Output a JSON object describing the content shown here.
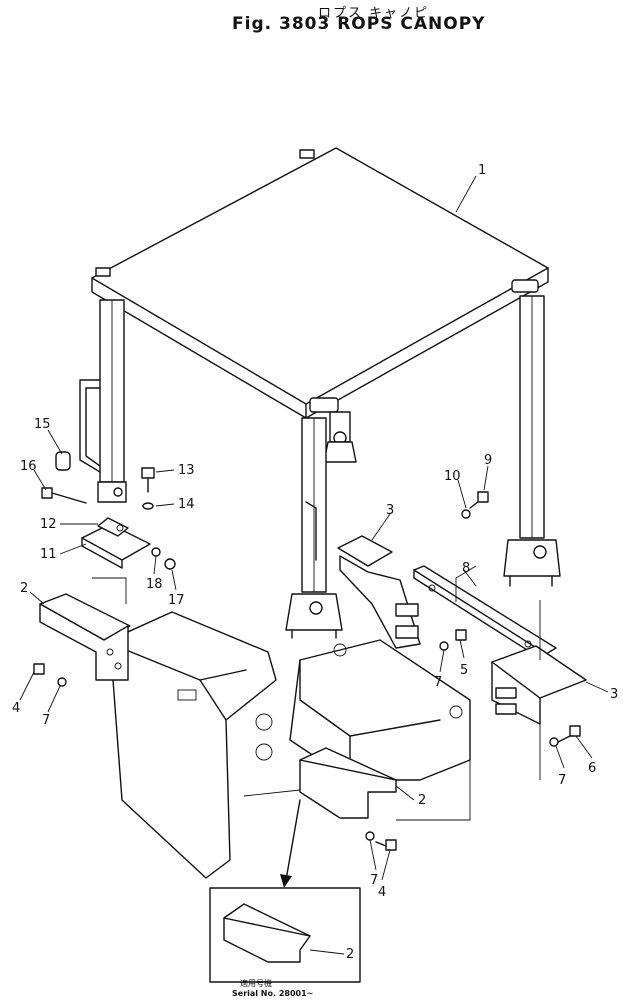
{
  "header": {
    "japanese_title": "ロプス キャノピ",
    "figure_title": "Fig. 3803  ROPS CANOPY"
  },
  "callouts": {
    "c1": "1",
    "c2a": "2",
    "c2b": "2",
    "c2c": "2",
    "c3a": "3",
    "c3b": "3",
    "c4a": "4",
    "c4b": "4",
    "c5": "5",
    "c6": "6",
    "c7a": "7",
    "c7b": "7",
    "c7c": "7",
    "c7d": "7",
    "c8": "8",
    "c9": "9",
    "c10": "10",
    "c11": "11",
    "c12": "12",
    "c13": "13",
    "c14": "14",
    "c15": "15",
    "c16": "16",
    "c17": "17",
    "c18": "18"
  },
  "inset": {
    "serial_jp": "適用号機",
    "serial": "Serial No. 28001~"
  }
}
